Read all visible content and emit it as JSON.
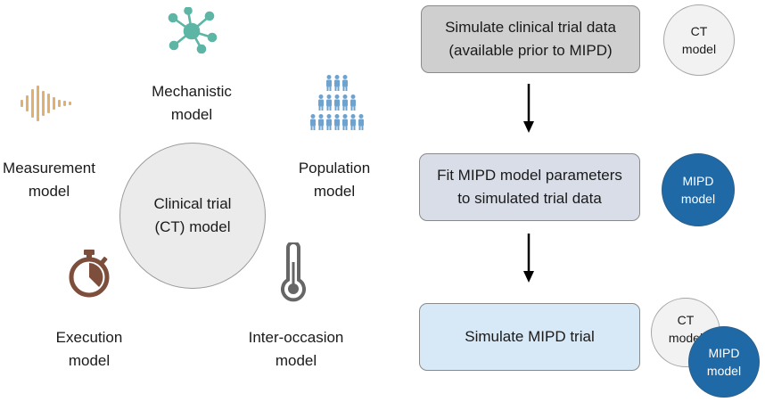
{
  "colors": {
    "mechanistic_icon": "#5db5a5",
    "population_icon": "#6fa3cf",
    "measurement_icon": "#e0b070",
    "execution_icon": "#7d4e3c",
    "inter_occasion_icon": "#666666",
    "box_gray": "#cfcfcf",
    "box_slate": "#d8dde8",
    "box_blue": "#d7e8f7",
    "mipd_blue": "#1f6aa6"
  },
  "left": {
    "center": {
      "line1": "Clinical trial",
      "line2": "(CT) model"
    },
    "mechanistic": {
      "line1": "Mechanistic",
      "line2": "model",
      "icon": "network-icon"
    },
    "population": {
      "line1": "Population",
      "line2": "model",
      "icon": "people-icon"
    },
    "measurement": {
      "line1": "Measurement",
      "line2": "model",
      "icon": "waveform-icon"
    },
    "execution": {
      "line1": "Execution",
      "line2": "model",
      "icon": "stopwatch-icon"
    },
    "inter_occasion": {
      "line1": "Inter-occasion",
      "line2": "model",
      "icon": "thermometer-icon"
    }
  },
  "right": {
    "step1": {
      "line1": "Simulate clinical trial data",
      "line2": "(available prior to MIPD)"
    },
    "step2": {
      "line1": "Fit MIPD model parameters",
      "line2": "to simulated trial data"
    },
    "step3": {
      "line1": "Simulate MIPD trial"
    },
    "ct_node": {
      "line1": "CT",
      "line2": "model"
    },
    "mipd_node": {
      "line1": "MIPD",
      "line2": "model"
    },
    "ct_node_overlap": {
      "line1": "CT",
      "line2": "model"
    },
    "mipd_node_overlap": {
      "line1": "MIPD",
      "line2": "model"
    }
  }
}
